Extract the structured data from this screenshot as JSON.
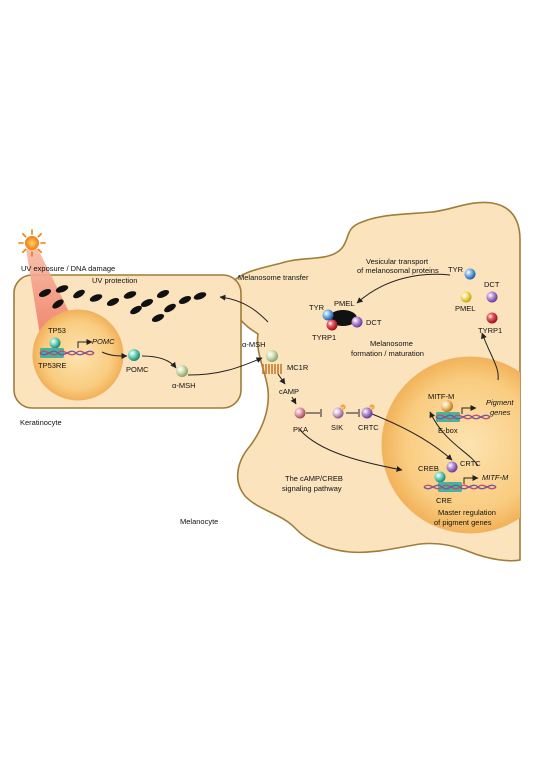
{
  "labels": {
    "uv": "UV exposure / DNA damage",
    "uv_protection": "UV protection",
    "melanosome_transfer": "Melanosome transfer",
    "tp53": "TP53",
    "tp53re": "TP53RE",
    "pomc_gene": "POMC",
    "pomc_protein": "POMC",
    "amsh_keratinocyte": "α-MSH",
    "keratinocyte": "Keratinocyte",
    "amsh_receptor": "α-MSH",
    "mc1r": "MC1R",
    "camp": "cAMP",
    "pka": "PKA",
    "sik": "SIK",
    "crtc": "CRTC",
    "camp_pathway_1": "The cAMP/CREB",
    "camp_pathway_2": "signaling pathway",
    "melanocyte": "Melanocyte",
    "vesicular_1": "Vesicular transport",
    "vesicular_2": "of melanosomal proteins",
    "tyr_free": "TYR",
    "dct_free": "DCT",
    "pmel_free": "PMEL",
    "tyrp1_free": "TYRP1",
    "tyr_complex": "TYR",
    "pmel_complex": "PMEL",
    "dct_complex": "DCT",
    "tyrp1_complex": "TYRP1",
    "melanosome_1": "Melanosome",
    "melanosome_2": "formation / maturation",
    "mitf_m_protein": "MITF-M",
    "ebox": "E-box",
    "pigment_1": "Pigment",
    "pigment_2": "genes",
    "creb": "CREB",
    "crtc_nucleus": "CRTC",
    "cre": "CRE",
    "mitf_m_gene": "MITF-M",
    "master_1": "Master regulation",
    "master_2": "of pigment genes",
    "phospho": "P"
  },
  "colors": {
    "cytoplasm": "#fbe3bd",
    "nucleus": "#f9c97c",
    "membrane": "#a07d3a",
    "sun": "#f28a1e",
    "uv_beam": "#f5a48a",
    "melanosome": "#111111",
    "tyr": "#3a8fd6",
    "dct": "#9b5fc4",
    "pmel": "#f2d23a",
    "tyrp1": "#d6303a",
    "pomc": "#4cc3a8",
    "amsh": "#c8d9a8",
    "pka": "#d68a9a",
    "sik": "#c9a3c9",
    "mitf": "#f3b860",
    "dna_box": "#49b29b"
  }
}
